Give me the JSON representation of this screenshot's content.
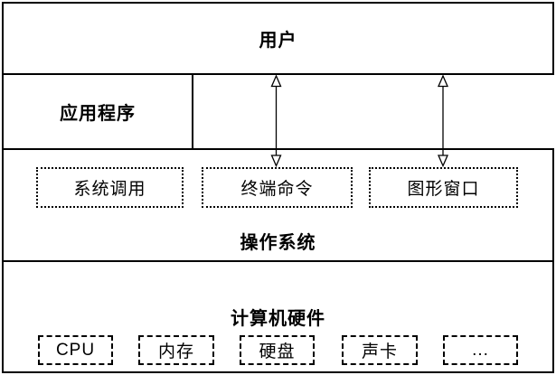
{
  "layers": {
    "user": {
      "label": "用户"
    },
    "application": {
      "label": "应用程序"
    },
    "os": {
      "label": "操作系统",
      "interfaces": [
        {
          "label": "系统调用"
        },
        {
          "label": "终端命令"
        },
        {
          "label": "图形窗口"
        }
      ]
    },
    "hardware": {
      "label": "计算机硬件",
      "components": [
        {
          "label": "CPU"
        },
        {
          "label": "内存"
        },
        {
          "label": "硬盘"
        },
        {
          "label": "声卡"
        },
        {
          "label": "..."
        }
      ]
    }
  },
  "colors": {
    "border": "#000000",
    "background": "#ffffff",
    "text": "#000000"
  }
}
